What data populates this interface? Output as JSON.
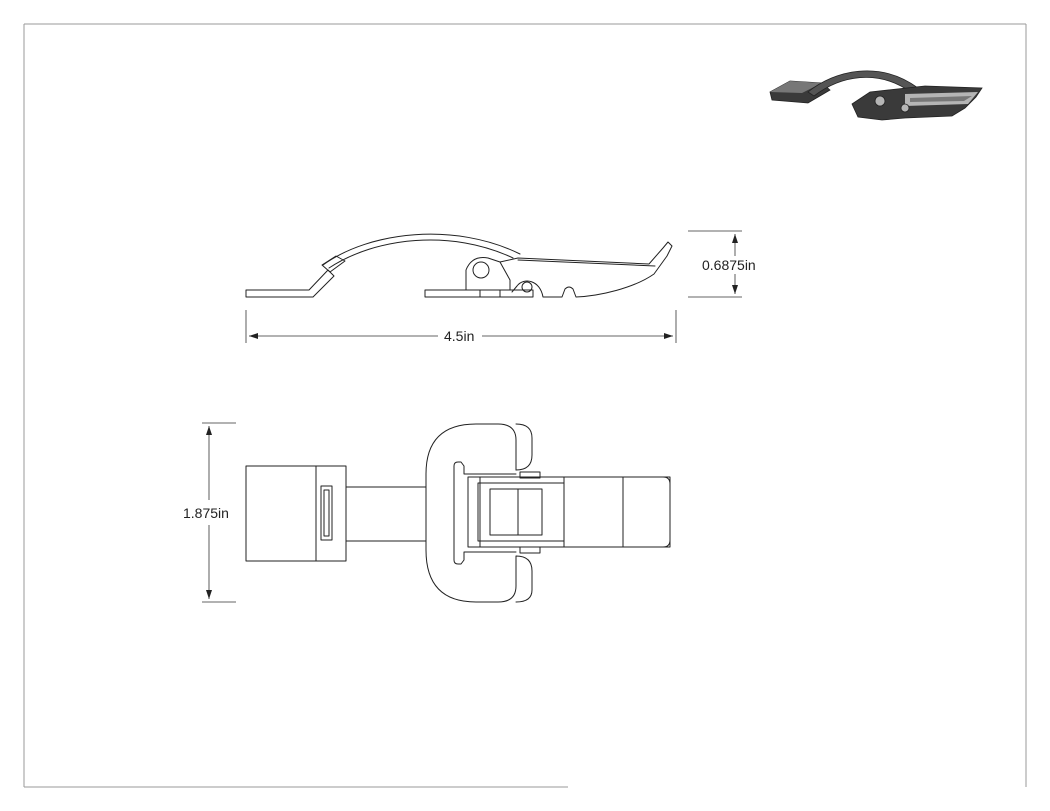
{
  "drawing": {
    "dimensions": {
      "overall_length": "4.5in",
      "height": "0.6875in",
      "width": "1.875in"
    }
  },
  "iso_view": {
    "shade_dark": "#3a3a3a",
    "shade_mid": "#777777",
    "shade_light": "#b5b5b5"
  }
}
